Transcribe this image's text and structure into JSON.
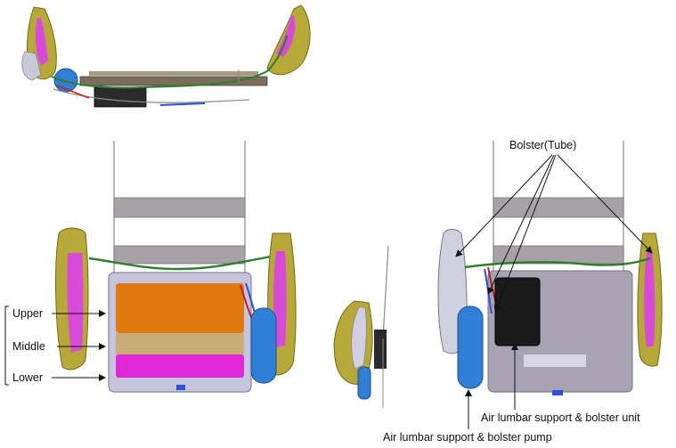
{
  "labels": {
    "upper": "Upper",
    "middle": "Middle",
    "lower": "Lower",
    "bolster_tube": "Bolster(Tube)",
    "unit": "Air lumbar support & bolster unit",
    "pump": "Air lumbar support & bolster pump"
  },
  "colors": {
    "upper": "#e07a10",
    "middle": "#c8ad78",
    "lower": "#e028d8",
    "bolster_yellow": "#b8a838",
    "bolster_magenta": "#d84ad8",
    "pump_blue": "#2f7fd6",
    "tube_green": "#2e7d2e",
    "frame_gray": "#8a8a8a",
    "unit_black": "#1a1a1a"
  }
}
